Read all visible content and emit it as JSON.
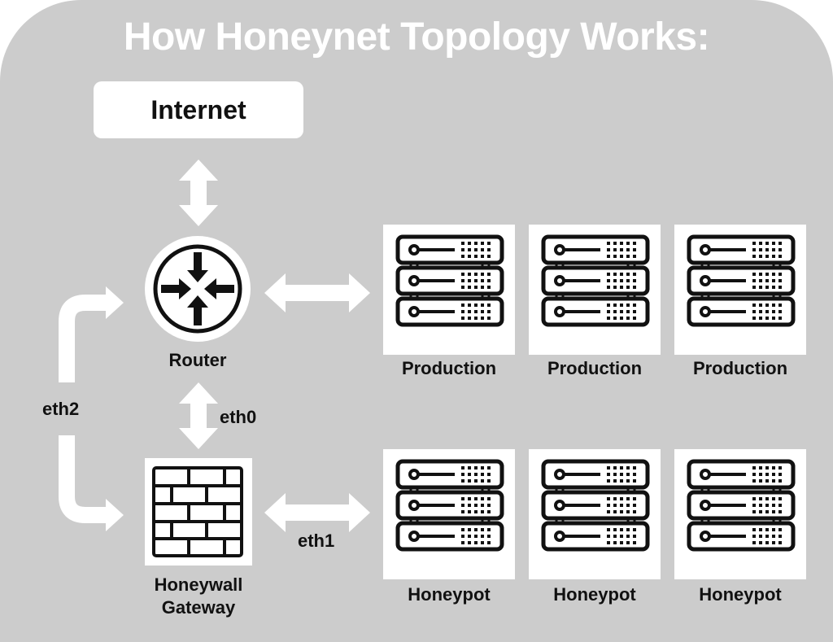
{
  "title": "How Honeynet Topology Works:",
  "nodes": {
    "internet": "Internet",
    "router": "Router",
    "gateway_line1": "Honeywall",
    "gateway_line2": "Gateway"
  },
  "interfaces": {
    "eth0": "eth0",
    "eth1": "eth1",
    "eth2": "eth2"
  },
  "production_servers": [
    {
      "label": "Production",
      "icon": "server-rack-icon"
    },
    {
      "label": "Production",
      "icon": "server-rack-icon"
    },
    {
      "label": "Production",
      "icon": "server-rack-icon"
    }
  ],
  "honeypot_servers": [
    {
      "label": "Honeypot",
      "icon": "server-rack-icon"
    },
    {
      "label": "Honeypot",
      "icon": "server-rack-icon"
    },
    {
      "label": "Honeypot",
      "icon": "server-rack-icon"
    }
  ],
  "colors": {
    "background": "#cccccc",
    "foreground": "#111111",
    "accent": "#ffffff"
  }
}
